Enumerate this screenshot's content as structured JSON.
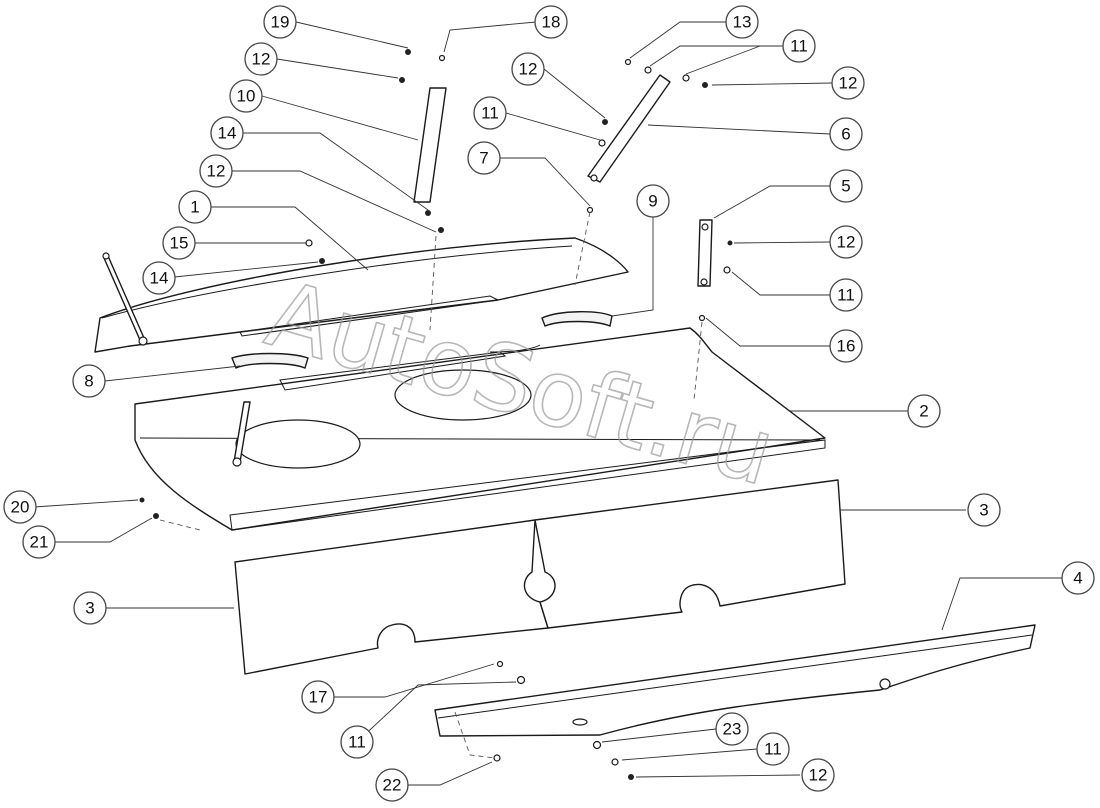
{
  "diagram": {
    "title": "",
    "watermark": "AutoSoft.ru",
    "callout_labels": [
      "19",
      "18",
      "13",
      "11",
      "12",
      "12",
      "10",
      "12",
      "14",
      "11",
      "6",
      "7",
      "12",
      "9",
      "1",
      "5",
      "15",
      "12",
      "14",
      "11",
      "16",
      "8",
      "2",
      "20",
      "3",
      "21",
      "3",
      "4",
      "17",
      "11",
      "23",
      "11",
      "22",
      "12"
    ]
  }
}
